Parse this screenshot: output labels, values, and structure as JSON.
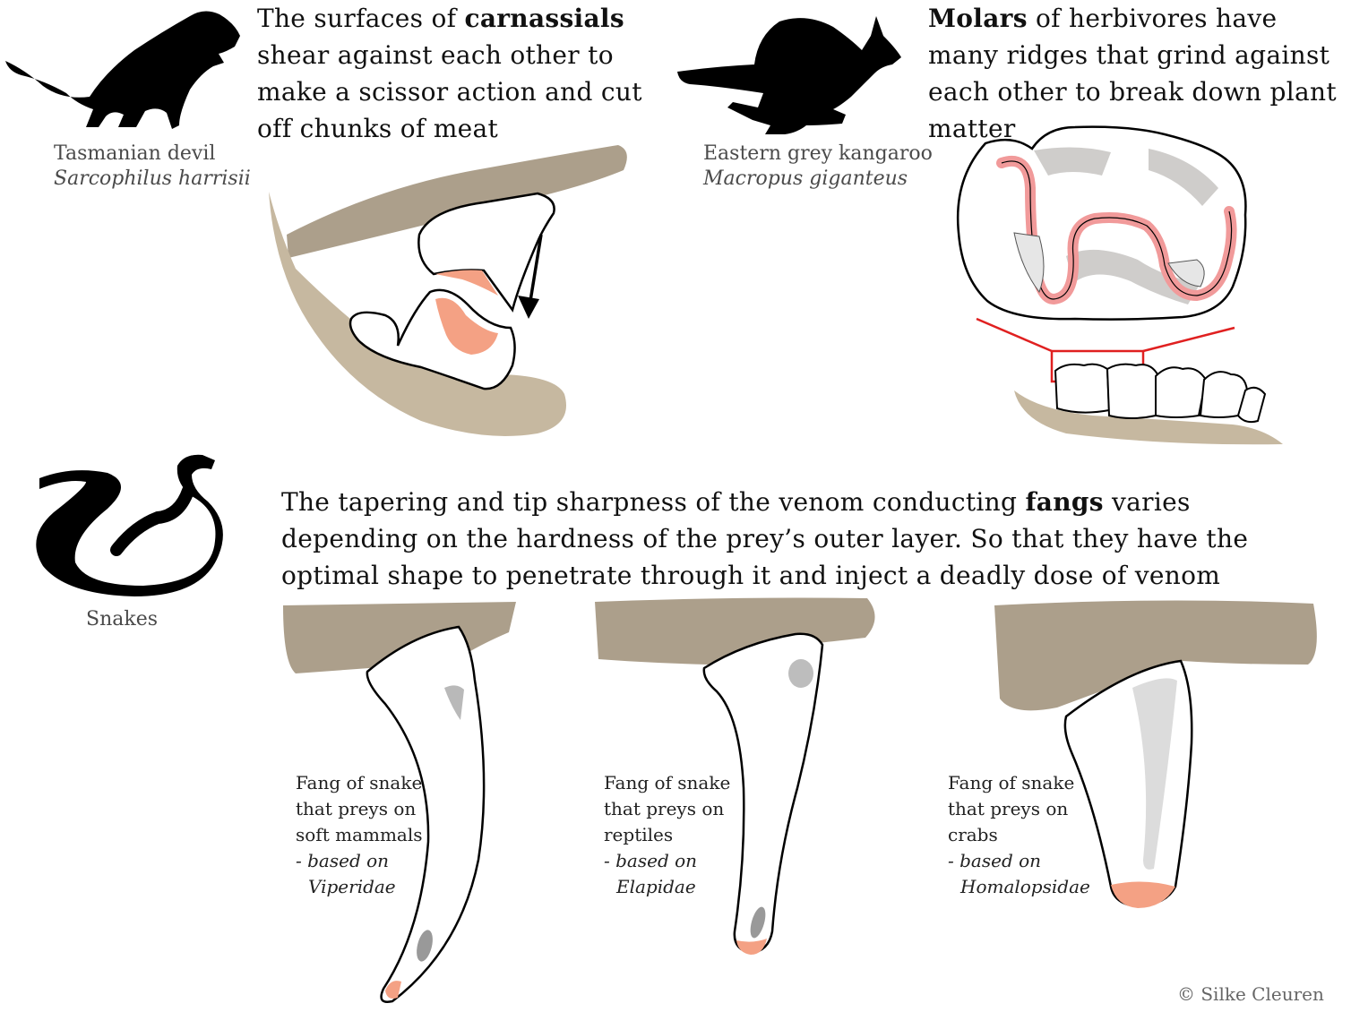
{
  "carnassial": {
    "text_pre": "The surfaces of ",
    "keyword": "carnassials",
    "text_post": " shear against each other to make a scissor action and cut off chunks of meat"
  },
  "devil": {
    "common": "Tasmanian devil",
    "scientific": "Sarcophilus harrisii"
  },
  "molar": {
    "keyword": "Molars",
    "text_post": " of herbivores have many ridges that grind against each other to break down plant matter"
  },
  "kangaroo": {
    "common": "Eastern grey kangaroo",
    "scientific": "Macropus giganteus"
  },
  "fang_intro": {
    "text_pre": "The tapering and tip sharpness of the venom conducting ",
    "keyword": "fangs",
    "text_post": " varies depending on the hardness of the prey’s outer layer. So that they have the optimal shape to penetrate through it and inject a deadly dose of venom"
  },
  "snakes": {
    "label": "Snakes"
  },
  "fangs": [
    {
      "l1": "Fang of snake",
      "l2": "that preys on",
      "l3": "soft mammals",
      "l4": "- based on",
      "l5": "Viperidae"
    },
    {
      "l1": "Fang of snake",
      "l2": "that preys on",
      "l3": "reptiles",
      "l4": "- based on",
      "l5": "Elapidae"
    },
    {
      "l1": "Fang of snake",
      "l2": "that preys on",
      "l3": "crabs",
      "l4": "- based on",
      "l5": "Homalopsidae"
    }
  ],
  "credit": "© Silke Cleuren",
  "colors": {
    "upper_jaw": "#ac9f8b",
    "lower_jaw": "#c6b8a0",
    "enamel_tip": "#f4a184",
    "ridge": "#f19a9a",
    "grey_dentine": "#cfcdcb",
    "magnifier": "#e02020"
  }
}
